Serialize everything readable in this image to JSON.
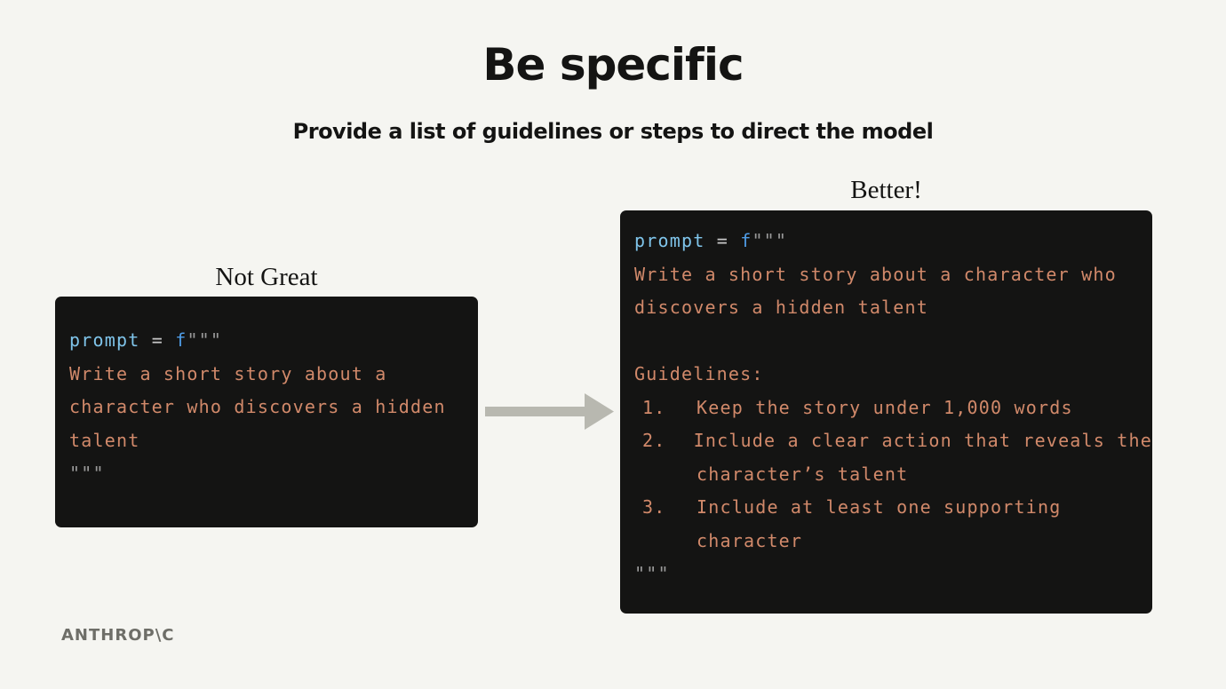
{
  "slide": {
    "title": "Be specific",
    "subtitle": "Provide a list of guidelines or steps to direct the model"
  },
  "left_panel": {
    "label": "Not Great",
    "code": {
      "var": "prompt",
      "op": " = ",
      "fprefix": "f",
      "open_quotes": "\"\"\"",
      "lines": [
        "Write a short story about a",
        "character who discovers a hidden",
        "talent"
      ],
      "close_quotes": "\"\"\""
    }
  },
  "right_panel": {
    "label": "Better!",
    "code": {
      "var": "prompt",
      "op": " = ",
      "fprefix": "f",
      "open_quotes": "\"\"\"",
      "intro_lines": [
        "Write a short story about a character who",
        "discovers a hidden talent"
      ],
      "guidelines_heading": "Guidelines:",
      "guidelines": [
        {
          "num": "1.",
          "lines": [
            "Keep the story under 1,000 words"
          ]
        },
        {
          "num": "2.",
          "lines": [
            "Include a clear action that reveals the",
            "character’s talent"
          ]
        },
        {
          "num": "3.",
          "lines": [
            "Include at least one supporting",
            "character"
          ]
        }
      ],
      "close_quotes": "\"\"\""
    }
  },
  "arrow": {
    "icon": "right-arrow-icon",
    "color": "#b8b8b0"
  },
  "footer": {
    "logo_text": "ANTHROP\\C"
  },
  "colors": {
    "background": "#f5f5f1",
    "code_bg": "#141413",
    "code_text": "#d1896a",
    "code_var": "#7fc4ea",
    "code_fprefix": "#4f9ce6"
  }
}
